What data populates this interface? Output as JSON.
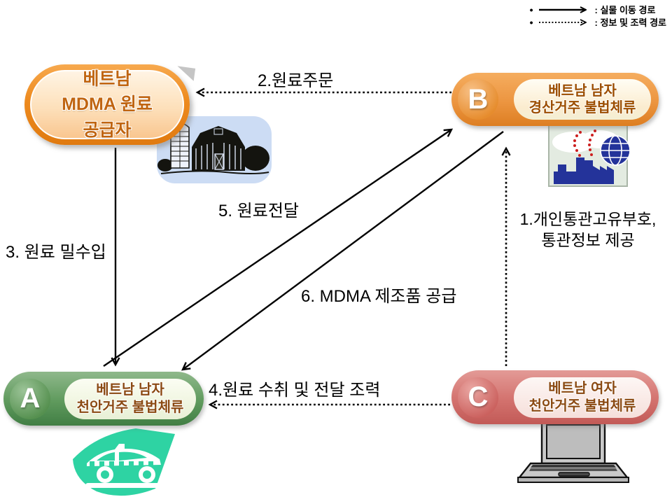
{
  "legend": {
    "items": [
      {
        "bullet": "•",
        "label": ": 실물 이동 경로",
        "line_style": "solid"
      },
      {
        "bullet": "•",
        "label": ": 정보 및 조력 경로",
        "line_style": "dotted"
      }
    ]
  },
  "nodes": {
    "supplier": {
      "lines": [
        "베트남",
        "MDMA 원료",
        "공급자"
      ],
      "accent_color": "#ED8A1E"
    },
    "b": {
      "letter": "B",
      "lines": [
        "베트남 남자",
        "경산거주 불법체류"
      ],
      "accent_color": "#EC9540"
    },
    "a": {
      "letter": "A",
      "lines": [
        "베트남 남자",
        "천안거주 불법체류"
      ],
      "accent_color": "#5F9A5D"
    },
    "c": {
      "letter": "C",
      "lines": [
        "베트남 여자",
        "천안거주 불법체류"
      ],
      "accent_color": "#D3726E"
    }
  },
  "arrows": [
    {
      "id": 1,
      "label": "1.개인통관고유부호,",
      "label2": "통관정보 제공",
      "style": "dotted",
      "from": "C",
      "to": "B"
    },
    {
      "id": 2,
      "label": "2.원료주문",
      "style": "dotted",
      "from": "B",
      "to": "supplier"
    },
    {
      "id": 3,
      "label": "3. 원료 밀수입",
      "style": "solid",
      "from": "supplier",
      "to": "A"
    },
    {
      "id": 4,
      "label": "4.원료 수취 및 전달 조력",
      "style": "dotted",
      "from": "C",
      "to": "A"
    },
    {
      "id": 5,
      "label": "5. 원료전달",
      "style": "solid",
      "from": "A",
      "to": "B"
    },
    {
      "id": 6,
      "label": "6. MDMA 제조품 공급",
      "style": "solid",
      "from": "B",
      "to": "A"
    }
  ],
  "icons": {
    "supplier": "barn-silo-icon",
    "b": "factory-globe-icon",
    "a": "taxi-icon",
    "c": "laptop-icon"
  },
  "colors": {
    "arrow": "#000000",
    "taxi_teal": "#2ED3A3",
    "factory_blue": "#24339A",
    "barn_bg": "#CCDCF4"
  }
}
